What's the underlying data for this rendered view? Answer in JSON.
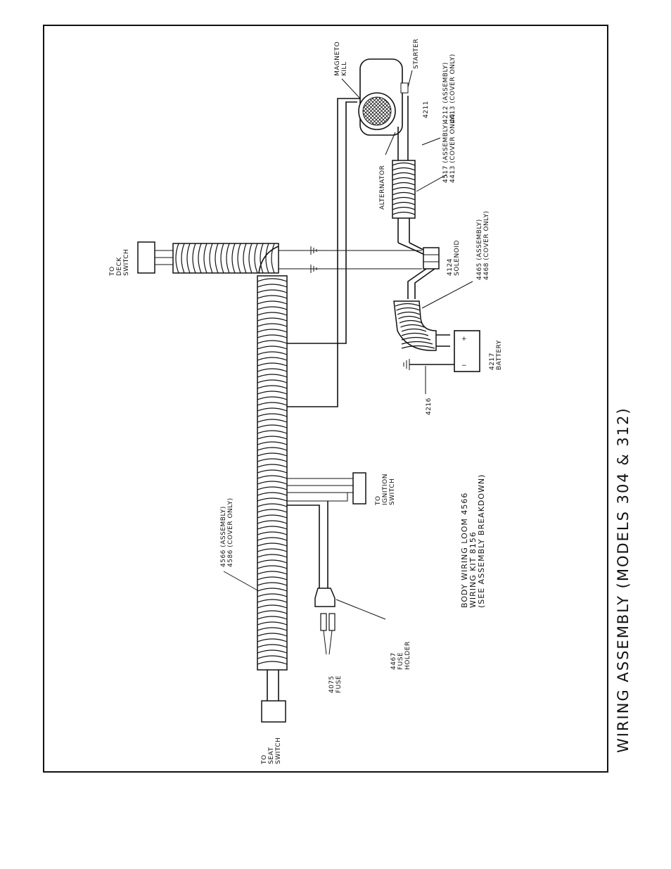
{
  "title": "WIRING ASSEMBLY (MODELS 304 & 312)",
  "labels": {
    "magneto_kill": [
      "MAGNETO",
      "KILL"
    ],
    "starter": "STARTER",
    "part_4211": "4211",
    "part_4212": [
      "4212 (ASSEMBLY)",
      "4413 (COVER ONLY)"
    ],
    "part_4517": [
      "4517 (ASSEMBLY)",
      "4413 (COVER ONLY)"
    ],
    "alternator": "ALTERNATOR",
    "deck_switch": [
      "TO",
      "DECK",
      "SWITCH"
    ],
    "solenoid": [
      "4124",
      "SOLENOID"
    ],
    "part_4465": [
      "4465 (ASSEMBLY)",
      "4468 (COVER ONLY)"
    ],
    "battery": [
      "4217",
      "BATTERY"
    ],
    "part_4216": "4216",
    "loom_4566": [
      "4566 (ASSEMBLY)",
      "4586 (COVER ONLY)"
    ],
    "ignition_switch": [
      "TO",
      "IGNITION",
      "SWITCH"
    ],
    "body_loom": [
      "BODY WIRING LOOM 4566",
      "WIRING KIT 8156",
      "(SEE ASSEMBLY BREAKDOWN)"
    ],
    "fuse_holder": [
      "4467",
      "FUSE",
      "HOLDER"
    ],
    "fuse": [
      "4075",
      "FUSE"
    ],
    "seat_switch": [
      "TO",
      "SEAT",
      "SWITCH"
    ]
  }
}
